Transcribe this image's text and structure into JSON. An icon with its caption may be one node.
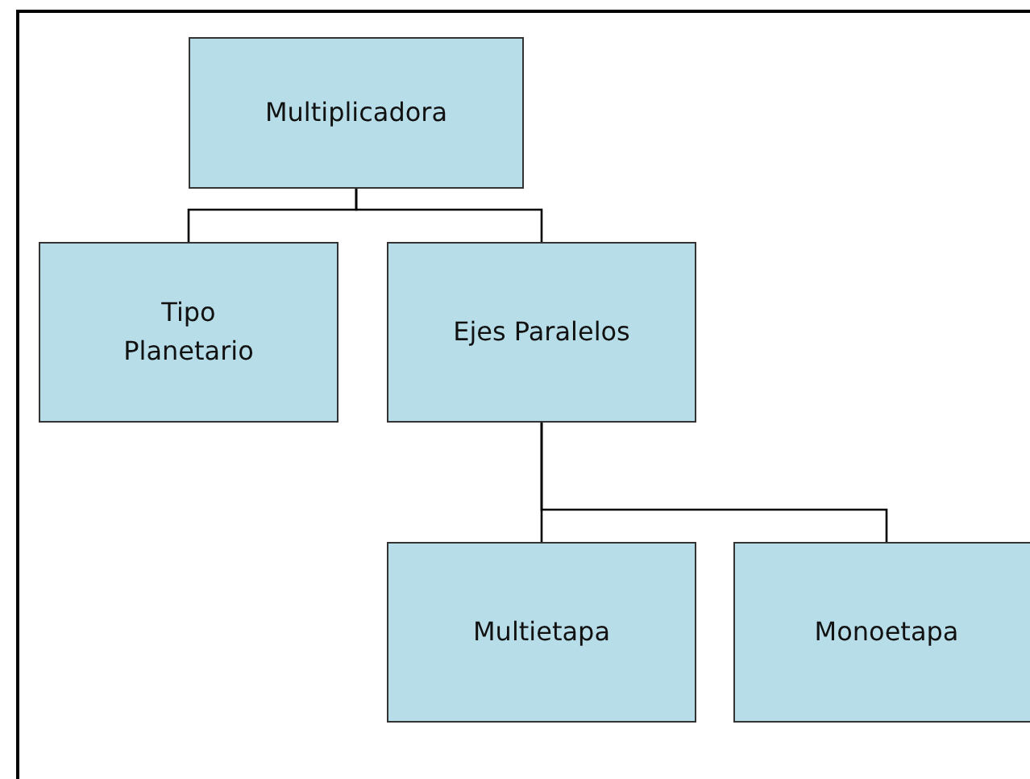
{
  "diagram": {
    "nodes": [
      {
        "text": [
          "Multiplicadora"
        ]
      },
      {
        "text": [
          "Tipo Planetario"
        ]
      },
      {
        "text": [
          "Ejes Paralelos"
        ]
      },
      {
        "text": [
          "Multietapa"
        ]
      },
      {
        "text": [
          "Monoetapa"
        ]
      }
    ],
    "edges": [
      {
        "from": 0,
        "to": 1,
        "arrow": "none"
      },
      {
        "from": 0,
        "to": 2,
        "arrow": "none"
      },
      {
        "from": 2,
        "to": 3,
        "arrow": "none"
      },
      {
        "from": 2,
        "to": 4,
        "arrow": "none"
      }
    ]
  }
}
